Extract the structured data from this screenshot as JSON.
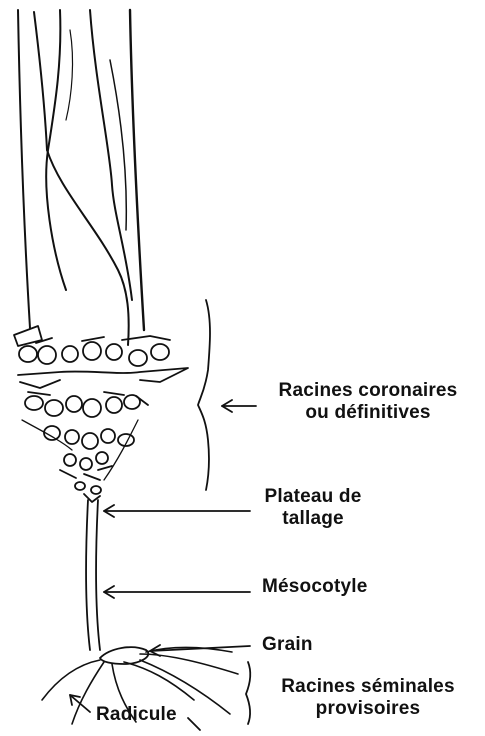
{
  "labels": {
    "racines_coronaires": {
      "line1": "Racines coronaires",
      "line2": "ou définitives"
    },
    "plateau": {
      "line1": "Plateau de",
      "line2": "tallage"
    },
    "mesocotyle": "Mésocotyle",
    "grain": "Grain",
    "racines_seminales": {
      "line1": "Racines séminales",
      "line2": "provisoires"
    },
    "radicule": "Radicule"
  }
}
